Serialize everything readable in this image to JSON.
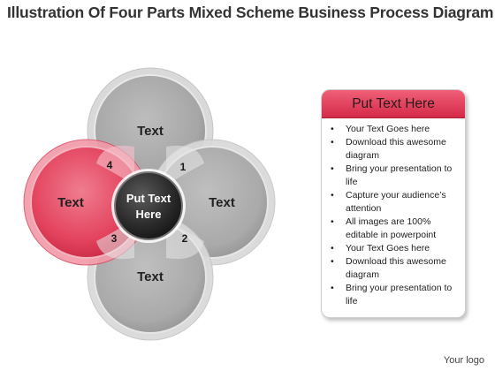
{
  "title": "Illustration Of Four Parts Mixed Scheme Business Process Diagram",
  "diagram": {
    "center_line1": "Put Text",
    "center_line2": "Here",
    "circles": {
      "top": "Text",
      "right": "Text",
      "bottom": "Text",
      "left": "Text"
    },
    "numbers": {
      "n1": "1",
      "n2": "2",
      "n3": "3",
      "n4": "4"
    },
    "highlight_color": "#e0334f",
    "circle_color": "#9e9e9e",
    "center_color": "#2a2a2a"
  },
  "panel": {
    "header": "Put Text Here",
    "header_color": "#e0334f",
    "bullet": "•",
    "items": [
      "Your Text Goes here",
      "Download this awesome diagram",
      "Bring your presentation to life",
      "Capture your audience’s attention",
      "All images are 100% editable in powerpoint",
      "Your Text Goes here",
      "Download this awesome diagram",
      "Bring your presentation to life"
    ]
  },
  "logo": "Your logo"
}
